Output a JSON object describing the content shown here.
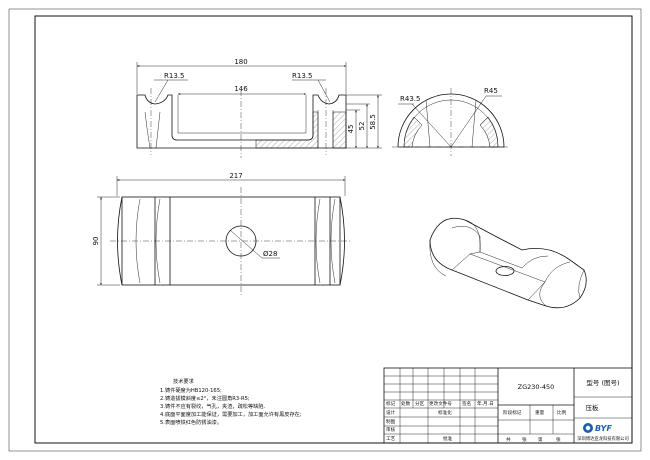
{
  "drawing": {
    "dimensions": {
      "overall_length": "180",
      "inner_length": "146",
      "radius_left": "R13.5",
      "radius_right": "R13.5",
      "height_45": "45",
      "height_52": "52",
      "height_58_5": "58.5",
      "end_r_inner": "R43.5",
      "end_r_outer": "R45",
      "plan_length": "217",
      "plan_width": "90",
      "hole_dia": "Ø28"
    },
    "notes": {
      "title": "技术要求",
      "lines": [
        "1.铸件硬度为HB120-165;",
        "2.铸造拔模斜度≤2°，未注圆角R3-R5;",
        "3.铸件不应有裂纹，气孔，夹渣，疏松等缺陷.",
        "4.底面平面度加工能保证，需要加工，加工面允许有黑皮存在;",
        "5.表面喷铁红色防锈油漆。"
      ]
    },
    "title_block": {
      "part_code": "ZG230-450",
      "drawing_no_label": "型号 (图号)",
      "part_name": "压板",
      "row_headers": [
        "标记",
        "处数",
        "分区",
        "更改文件号",
        "签名",
        "年.月.日"
      ],
      "left_rows": [
        "设计",
        "制图",
        "审核",
        "工艺"
      ],
      "std_label": "标准化",
      "approve_label": "批准",
      "stage_label": "阶段标记",
      "weight_label": "重量",
      "scale_label": "比例",
      "sheet_labels": [
        "共",
        "张",
        "第",
        "张"
      ],
      "company": "深圳博达亚龙科技有限公司",
      "logo_text": "BYF"
    }
  }
}
